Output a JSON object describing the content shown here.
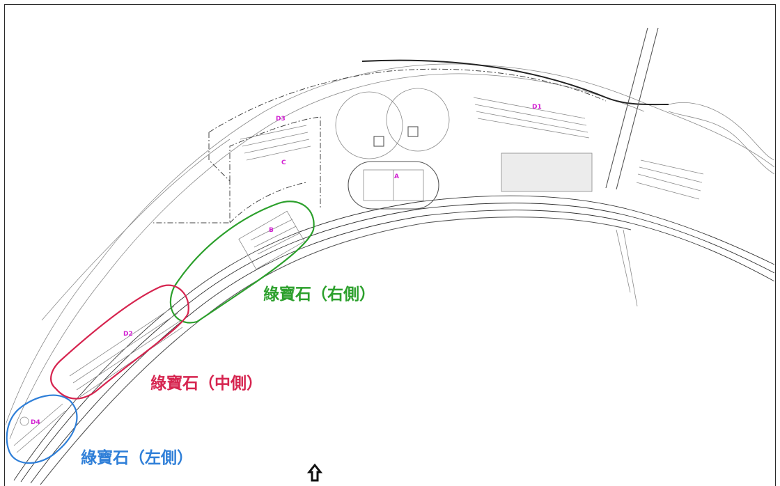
{
  "map": {
    "zones": {
      "A": "A",
      "B": "B",
      "C": "C",
      "D1": "D1",
      "D2": "D2",
      "D3": "D3",
      "D4": "D4"
    },
    "areas": {
      "right": {
        "label": "綠寶石（右側）",
        "color": "#2ca02c"
      },
      "middle": {
        "label": "綠寶石（中側）",
        "color": "#d6244f"
      },
      "left": {
        "label": "綠寶石（左側）",
        "color": "#2f7fd8"
      }
    },
    "zone_label_color": "#d21fd2",
    "north_arrow": "north-arrow-icon"
  }
}
